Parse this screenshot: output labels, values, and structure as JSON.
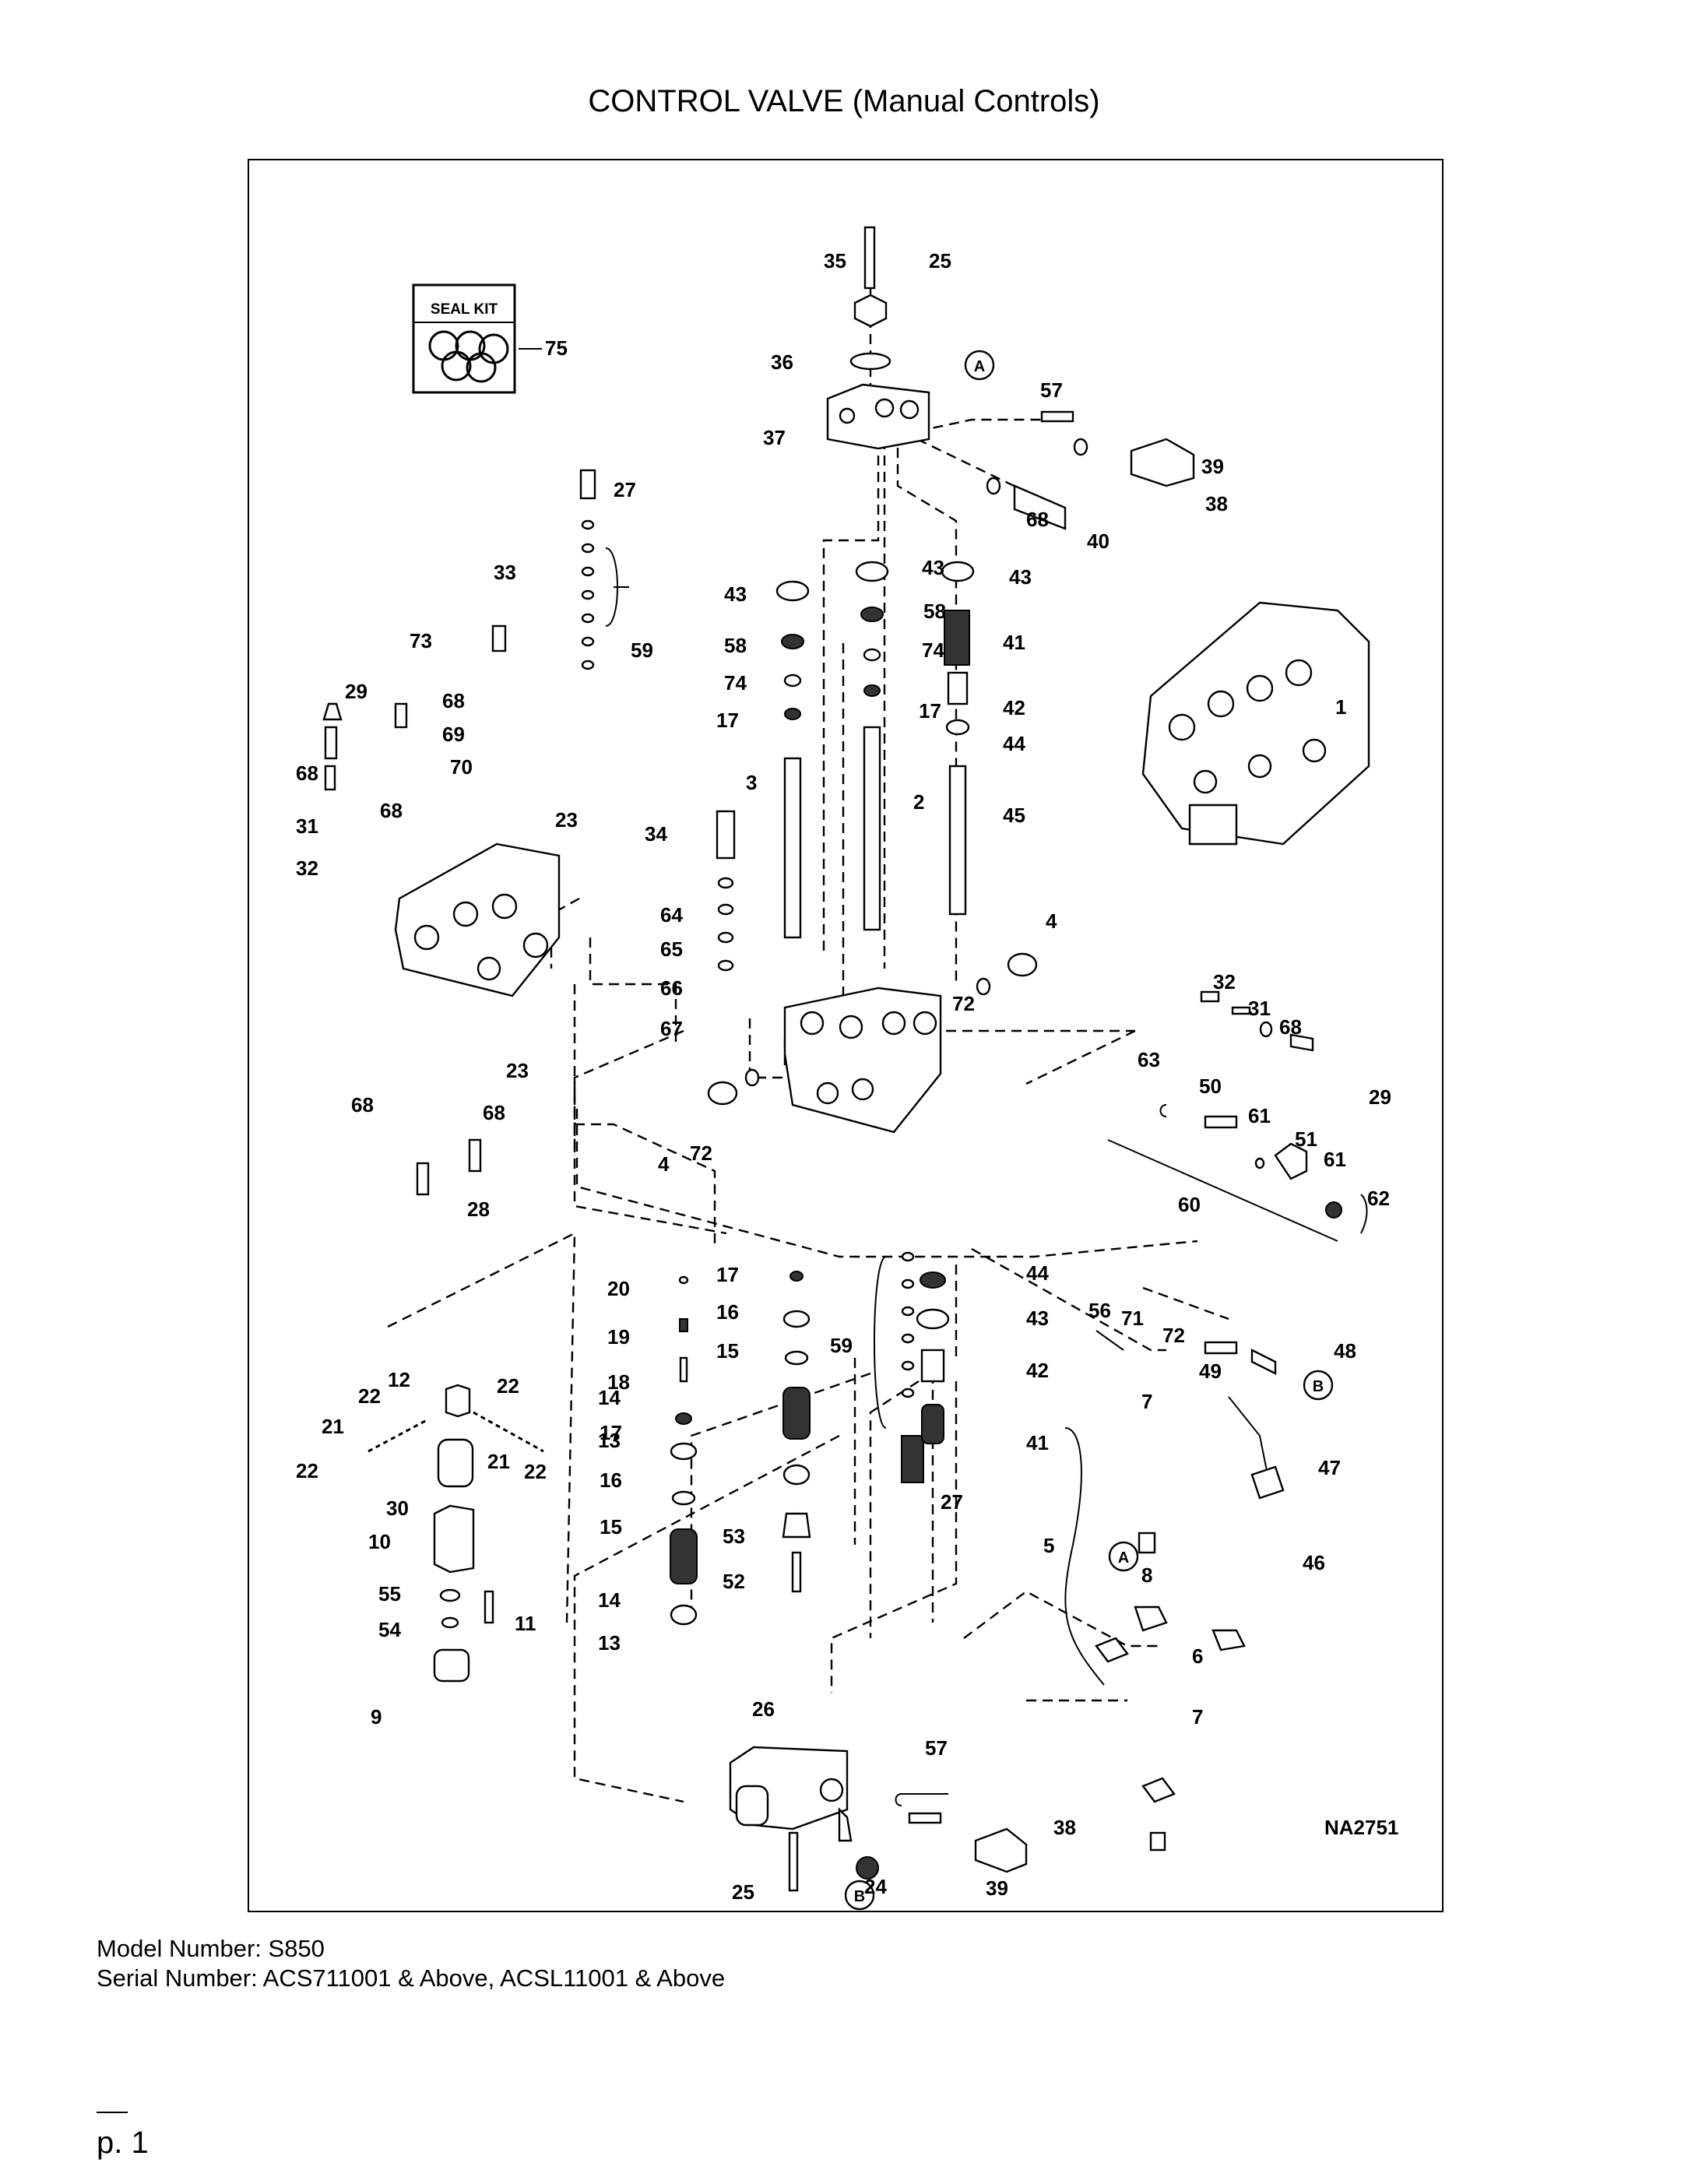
{
  "title": "CONTROL VALVE (Manual Controls)",
  "diagram": {
    "seal_kit_label": "SEAL KIT",
    "drawing_number": "NA2751",
    "callout_letters": [
      "A",
      "B"
    ],
    "part_numbers": [
      "1",
      "2",
      "3",
      "4",
      "5",
      "6",
      "7",
      "8",
      "9",
      "10",
      "11",
      "12",
      "13",
      "14",
      "15",
      "16",
      "17",
      "18",
      "19",
      "20",
      "21",
      "22",
      "23",
      "24",
      "25",
      "26",
      "27",
      "28",
      "29",
      "30",
      "31",
      "32",
      "33",
      "34",
      "35",
      "36",
      "37",
      "38",
      "39",
      "40",
      "41",
      "42",
      "43",
      "44",
      "45",
      "46",
      "47",
      "48",
      "49",
      "50",
      "51",
      "52",
      "53",
      "54",
      "55",
      "56",
      "57",
      "58",
      "59",
      "60",
      "61",
      "62",
      "63",
      "64",
      "65",
      "66",
      "67",
      "68",
      "69",
      "70",
      "71",
      "72",
      "73",
      "74",
      "75"
    ]
  },
  "model_number": "Model Number: S850",
  "serial_number": "Serial Number: ACS711001 & Above, ACSL11001 & Above",
  "page_number": "p. 1"
}
